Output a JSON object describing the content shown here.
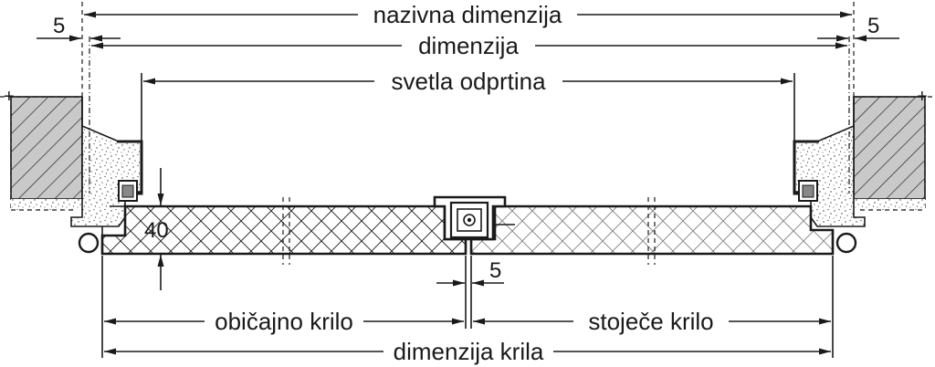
{
  "labels": {
    "nominal": "nazivna dimenzija",
    "dimension": "dimenzija",
    "clear_opening": "svetla odprtina",
    "left_offset": "5",
    "right_offset": "5",
    "thickness": "40",
    "gap": "5",
    "active_leaf": "običajno krilo",
    "fixed_leaf": "stoječe krilo",
    "leaf_dimension": "dimenzija krila"
  }
}
